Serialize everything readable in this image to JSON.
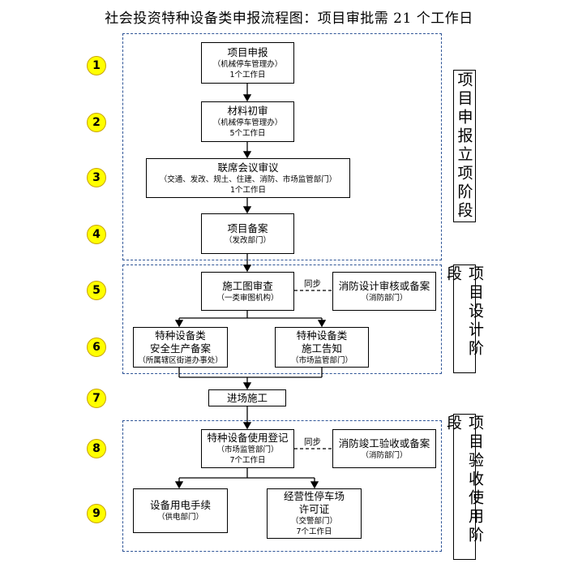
{
  "title": "社会投资特种设备类申报流程图：项目审批需 21 个工作日",
  "steps": [
    "1",
    "2",
    "3",
    "4",
    "5",
    "6",
    "7",
    "8",
    "9"
  ],
  "phases": [
    "项目申报立项阶段",
    "项目设计阶段",
    "项目验收使用阶段"
  ],
  "nodes": {
    "n1": {
      "main": "项目申报",
      "sub1": "（机械停车管理办）",
      "sub2": "1个工作日"
    },
    "n2": {
      "main": "材料初审",
      "sub1": "（机械停车管理办）",
      "sub2": "5个工作日"
    },
    "n3": {
      "main": "联席会议审议",
      "sub1": "（交通、发改、规土、住建、消防、市场监管部门）",
      "sub2": "1个工作日"
    },
    "n4": {
      "main": "项目备案",
      "sub1": "（发改部门）"
    },
    "n5": {
      "main": "施工图审查",
      "sub1": "（一类审图机构）"
    },
    "n5b": {
      "main": "消防设计审核或备案",
      "sub1": "（消防部门）"
    },
    "n6a": {
      "main1": "特种设备类",
      "main2": "安全生产备案",
      "sub1": "（所属辖区街道办事处）"
    },
    "n6b": {
      "main1": "特种设备类",
      "main2": "施工告知",
      "sub1": "（市场监管部门）"
    },
    "n7": {
      "main": "进场施工"
    },
    "n8": {
      "main": "特种设备使用登记",
      "sub1": "（市场监管部门）",
      "sub2": "7个工作日"
    },
    "n8b": {
      "main": "消防竣工验收或备案",
      "sub1": "（消防部门）"
    },
    "n9a": {
      "main": "设备用电手续",
      "sub1": "（供电部门）"
    },
    "n9b": {
      "main1": "经营性停车场",
      "main2": "许可证",
      "sub1": "（交警部门）",
      "sub2": "7个工作日"
    }
  },
  "sync_label": "同步",
  "colors": {
    "step_fill": "#ffff00",
    "phase_border": "#2f5597"
  }
}
